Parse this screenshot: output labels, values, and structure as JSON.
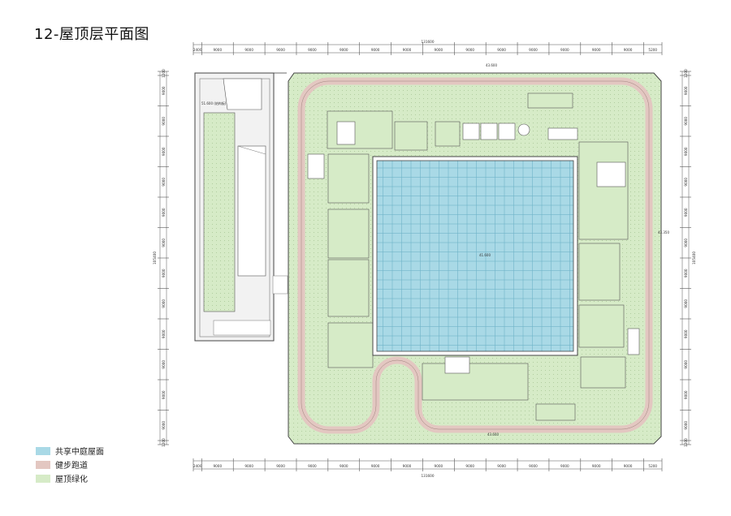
{
  "title": "12-屋顶层平面图",
  "legend": [
    {
      "label": "共享中庭屋面",
      "color": "#a9d9e6"
    },
    {
      "label": "健步跑道",
      "color": "#e3c7c1"
    },
    {
      "label": "屋顶绿化",
      "color": "#d6ebc7"
    }
  ],
  "dimensions": {
    "total_width": "131600",
    "total_height": "105400",
    "top_segments": [
      "2400",
      "9000",
      "9000",
      "9000",
      "9000",
      "9000",
      "9000",
      "9000",
      "9000",
      "9000",
      "9000",
      "9000",
      "9000",
      "9000",
      "9000",
      "5200"
    ],
    "left_segments": [
      "1200",
      "9000",
      "9000",
      "9000",
      "9000",
      "9000",
      "9000",
      "9000",
      "9000",
      "9000",
      "9000",
      "9000",
      "9000",
      "1200"
    ]
  },
  "elevations": {
    "roof_top": "43.600",
    "left_tower": "51.600 (结构板)",
    "mid": "41.600",
    "low": "43.350"
  }
}
